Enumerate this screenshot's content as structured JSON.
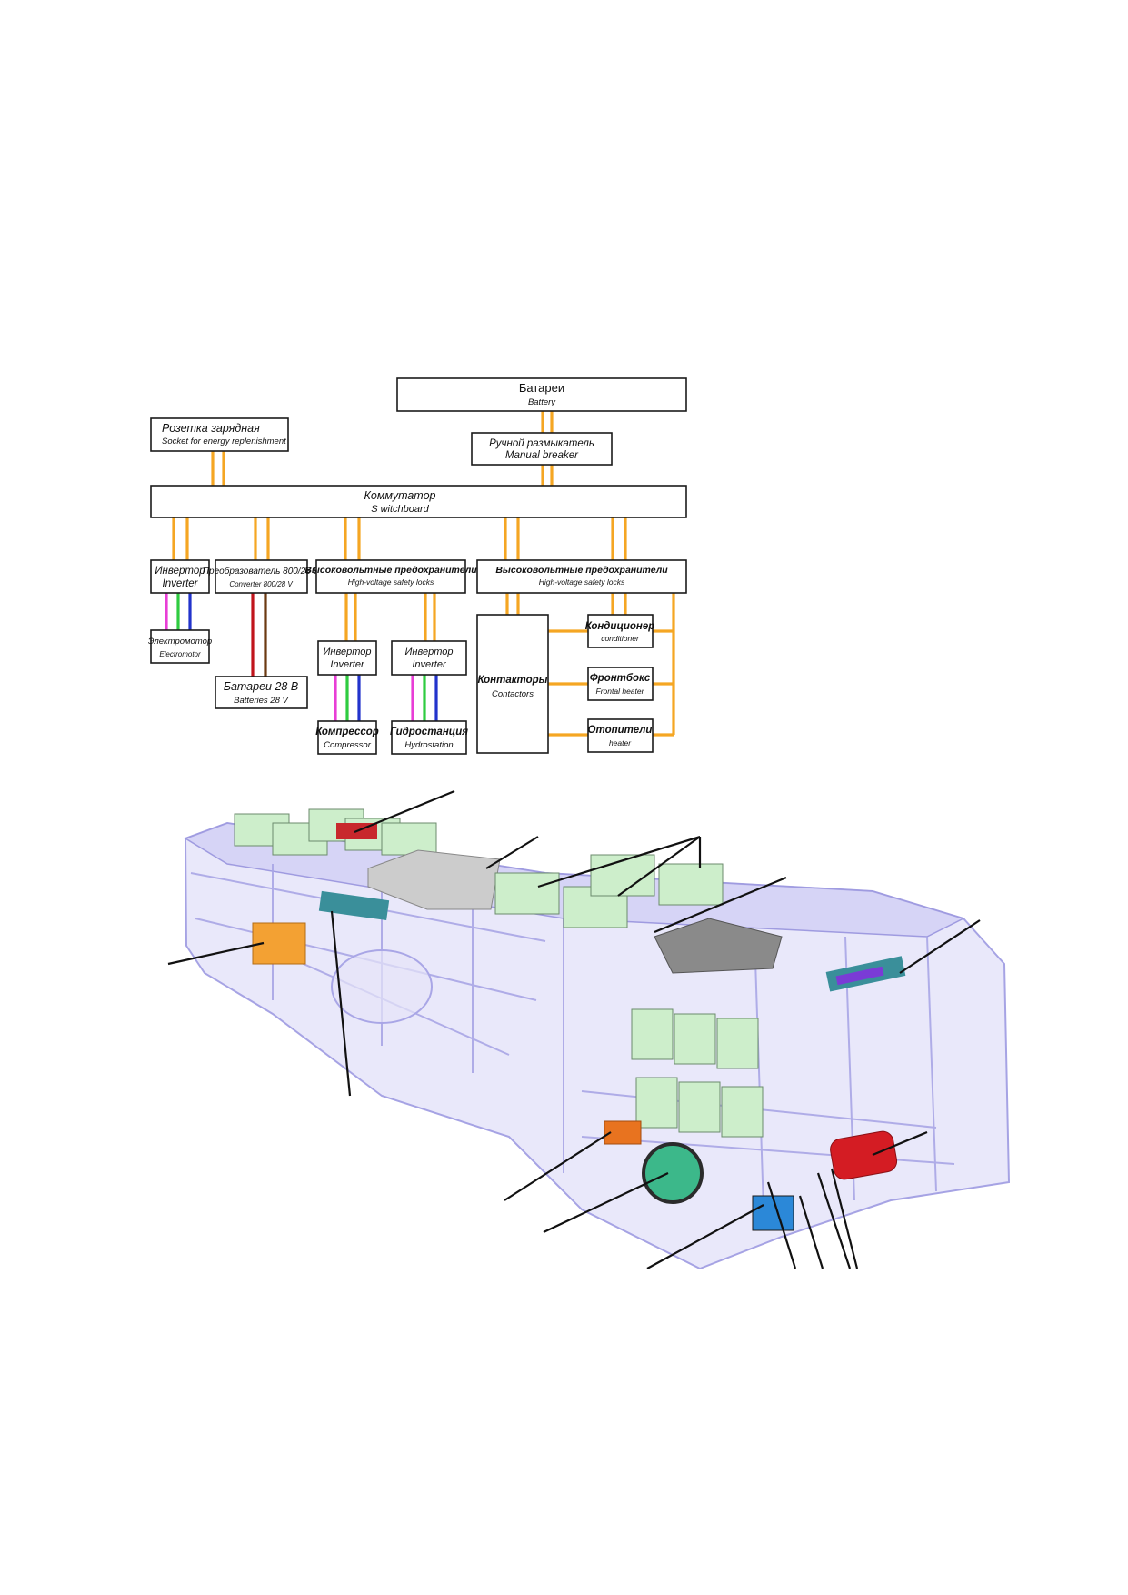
{
  "colors": {
    "power_bus": "#f5a623",
    "phase_1": "#e83ed6",
    "phase_2": "#2ecc40",
    "phase_3": "#2233cc",
    "lv_positive": "#c0141c",
    "lv_negative": "#6b3a12",
    "frame": "#b7b4ee",
    "battery_module": "#cdeecb"
  },
  "blocks": {
    "battery": {
      "ru": "Батареи",
      "en": "Battery"
    },
    "manual_breaker": {
      "ru": "Ручной размыкатель",
      "en": "Manual breaker"
    },
    "socket": {
      "ru": "Розетка зарядная",
      "en": "Socket for energy replenishment"
    },
    "switchboard": {
      "ru": "Коммутатор",
      "en": "S witchboard"
    },
    "inverter_main": {
      "ru": "Инвертор",
      "en": "Inverter"
    },
    "converter": {
      "ru": "Преобразователь 800/28 В",
      "en": "Converter 800/28 V"
    },
    "hv_locks_1": {
      "ru": "Высоковольтные предохранители",
      "en": "High-voltage safety locks"
    },
    "hv_locks_2": {
      "ru": "Высоковольтные предохранители",
      "en": "High-voltage safety locks"
    },
    "electromotor": {
      "ru": "Электромотор",
      "en": "Electromotor"
    },
    "batteries_28v": {
      "ru": "Батареи 28 В",
      "en": "Batteries 28 V"
    },
    "inverter_compressor": {
      "ru": "Инвертор",
      "en": "Inverter"
    },
    "inverter_hydro": {
      "ru": "Инвертор",
      "en": "Inverter"
    },
    "compressor": {
      "ru": "Компрессор",
      "en": "Compressor"
    },
    "hydrostation": {
      "ru": "Гидростанция",
      "en": "Hydrostation"
    },
    "contactors": {
      "ru": "Контакторы",
      "en": "Contactors"
    },
    "conditioner": {
      "ru": "Кондиционер",
      "en": "conditioner"
    },
    "frontbox": {
      "ru": "Фронтбокс",
      "en": "Frontal heater"
    },
    "heater": {
      "ru": "Отопители",
      "en": "heater"
    }
  }
}
